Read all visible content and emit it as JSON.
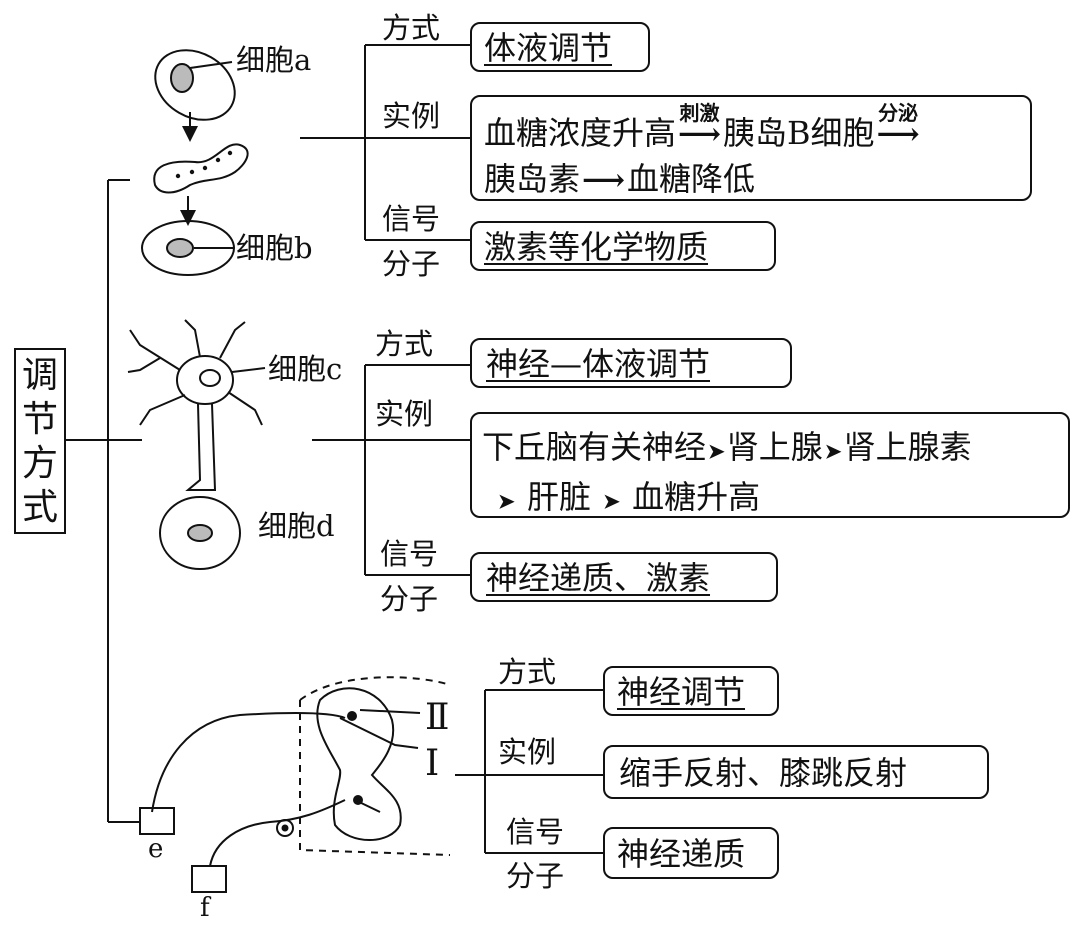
{
  "title_chars": [
    "调",
    "节",
    "方",
    "式"
  ],
  "labels": {
    "fangshi": "方式",
    "shili": "实例",
    "xinhao": "信号",
    "fenzi": "分子"
  },
  "cells": {
    "a": "细胞a",
    "b": "细胞b",
    "c": "细胞c",
    "d": "细胞d"
  },
  "neural": {
    "e": "e",
    "f": "f",
    "roman_2": "Ⅱ",
    "roman_1": "Ⅰ"
  },
  "arrow_symbol": "⟶",
  "arrow_short": "➤",
  "section1": {
    "mode": "体液调节",
    "example_parts": [
      "血糖浓度升高",
      "胰岛B细胞",
      "胰岛素",
      "血糖降低"
    ],
    "arrow_labels": [
      "刺激",
      "分泌"
    ],
    "signal": "激素等化学物质"
  },
  "section2": {
    "mode": "神经—体液调节",
    "example_parts": [
      "下丘脑有关神经",
      "肾上腺",
      "肾上腺素",
      "肝脏",
      "血糖升高"
    ],
    "signal": "神经递质、激素"
  },
  "section3": {
    "mode": "神经调节",
    "example": "缩手反射、膝跳反射",
    "signal": "神经递质"
  }
}
